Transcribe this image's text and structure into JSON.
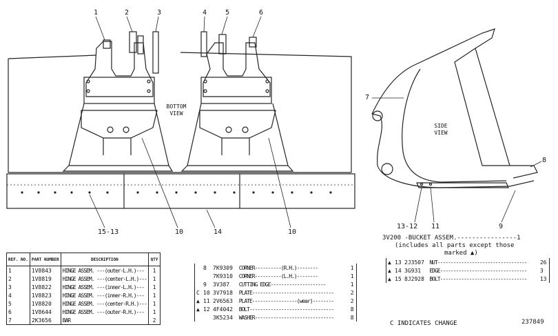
{
  "callouts": {
    "c1": "1",
    "c2": "2",
    "c3": "3",
    "c4": "4",
    "c5": "5",
    "c6": "6",
    "c10a": "10",
    "c10b": "10",
    "c14": "14",
    "c1513": "15-13",
    "c7": "7",
    "c8": "8",
    "c9": "9",
    "c1312": "13-12",
    "c11": "11"
  },
  "views": {
    "bottom_line1": "BOTTOM",
    "bottom_line2": "VIEW",
    "side_line1": "SIDE",
    "side_line2": "VIEW"
  },
  "assembly": {
    "line1": "3V200 -BUCKET ASSEM.----------------1",
    "line2": "(includes all parts except those",
    "line3": "marked ▲)"
  },
  "table1": {
    "headers": [
      "REF. NO.",
      "PART NUMBER",
      "DESCRIPTION",
      "QTY"
    ],
    "rows": [
      {
        "ref": "1",
        "part": "1V8843",
        "desc": "HINGE ASSEM. ---(outer-L.H.)---",
        "qty": "1"
      },
      {
        "ref": "2",
        "part": "1V8819",
        "desc": "HINGE ASSEM. ---(center-L.H.)---",
        "qty": "1"
      },
      {
        "ref": "3",
        "part": "1V8822",
        "desc": "HINGE ASSEM. ---(inner-L.H.)---",
        "qty": "1"
      },
      {
        "ref": "4",
        "part": "1V8823",
        "desc": "HINGE ASSEM. ---(inner-R.H.)---",
        "qty": "1"
      },
      {
        "ref": "5",
        "part": "1V8820",
        "desc": "HINGE ASSEM. ---(center-R.H.)---",
        "qty": "1"
      },
      {
        "ref": "6",
        "part": "1V8644",
        "desc": "HINGE ASSEM. ---(outer-R.H.)---",
        "qty": "1"
      },
      {
        "ref": "7",
        "part": "2K3656",
        "desc": "BAR",
        "qty": "2"
      }
    ]
  },
  "table2": {
    "rows": [
      {
        "mark": "",
        "ref": "8",
        "part": "7K9309",
        "desc": "CORNER----------(R.H.)--------",
        "qty": "1"
      },
      {
        "mark": "",
        "ref": "",
        "part": "7K9310",
        "desc": "CORNER----------(L.H.)--------",
        "qty": "1"
      },
      {
        "mark": "",
        "ref": "9",
        "part": "3V387",
        "desc": "CUTTING EDGE---------------------",
        "qty": "1"
      },
      {
        "mark": "C",
        "ref": "10",
        "part": "3V7918",
        "desc": "PLATE-------------------------------",
        "qty": "2"
      },
      {
        "mark": "▲",
        "ref": "11",
        "part": "2V6563",
        "desc": "PLATE-----------------(wear)--------",
        "qty": "2"
      },
      {
        "mark": "▲",
        "ref": "12",
        "part": "4F4042",
        "desc": "BOLT--------------------------------",
        "qty": "8"
      },
      {
        "mark": "",
        "ref": "",
        "part": "3K5234",
        "desc": "WASHER------------------------------",
        "qty": "8"
      }
    ]
  },
  "table3": {
    "rows": [
      {
        "mark": "▲",
        "ref": "13",
        "part": "2J3507",
        "desc": "NUT----------------------------------",
        "qty": "26"
      },
      {
        "mark": "▲",
        "ref": "14",
        "part": "3G931",
        "desc": "EDGE---------------------------------",
        "qty": "3"
      },
      {
        "mark": "▲",
        "ref": "15",
        "part": "8J2928",
        "desc": "BOLT---------------------------------",
        "qty": "13"
      }
    ]
  },
  "footer": {
    "changes": "C INDICATES CHANGE",
    "drawing_no": "237849"
  }
}
